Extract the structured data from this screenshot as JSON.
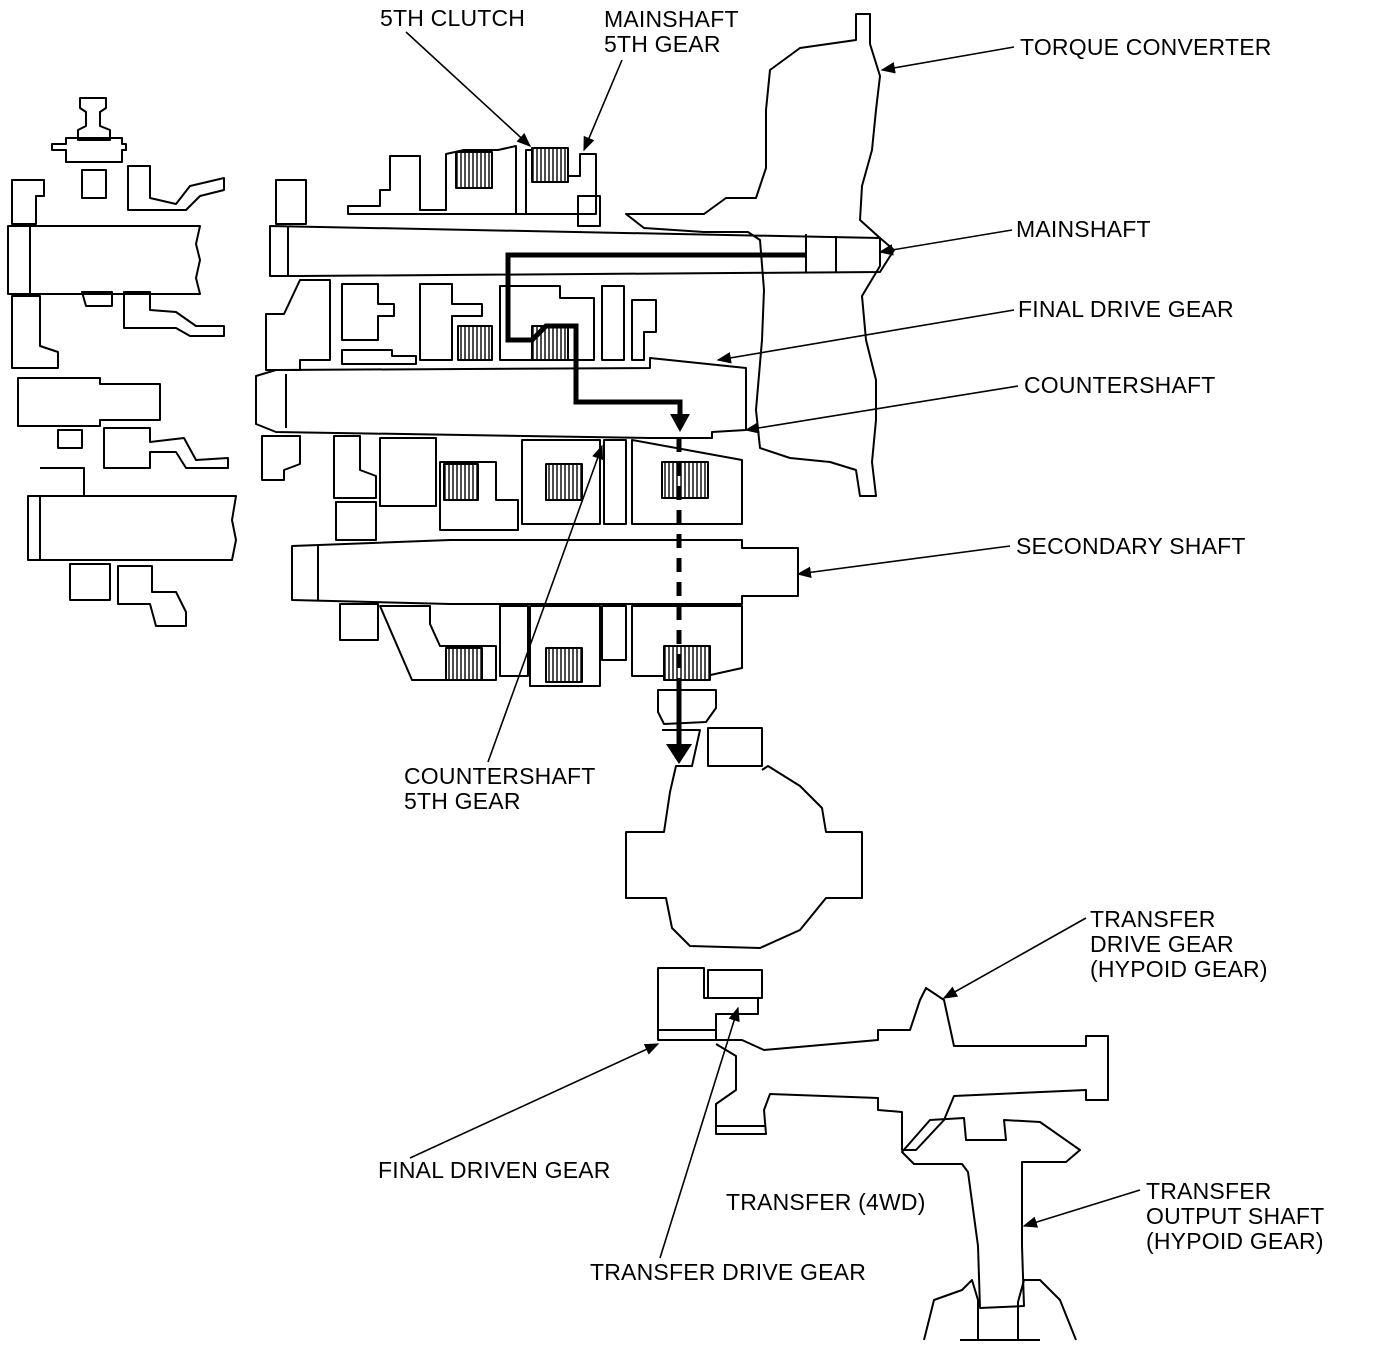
{
  "labels": {
    "fifth_clutch": "5TH CLUTCH",
    "mainshaft_5th_gear": "MAINSHAFT\n5TH GEAR",
    "torque_converter": "TORQUE CONVERTER",
    "mainshaft": "MAINSHAFT",
    "final_drive_gear": "FINAL DRIVE GEAR",
    "countershaft": "COUNTERSHAFT",
    "secondary_shaft": "SECONDARY SHAFT",
    "countershaft_5th_gear": "COUNTERSHAFT\n5TH GEAR",
    "transfer_drive_gear_hypoid": "TRANSFER\nDRIVE GEAR\n(HYPOID GEAR)",
    "final_driven_gear": "FINAL DRIVEN GEAR",
    "transfer_4wd": "TRANSFER (4WD)",
    "transfer_drive_gear": "TRANSFER DRIVE GEAR",
    "transfer_output_shaft": "TRANSFER\nOUTPUT SHAFT\n(HYPOID GEAR)"
  },
  "colors": {
    "line": "#000000",
    "background": "#ffffff"
  }
}
